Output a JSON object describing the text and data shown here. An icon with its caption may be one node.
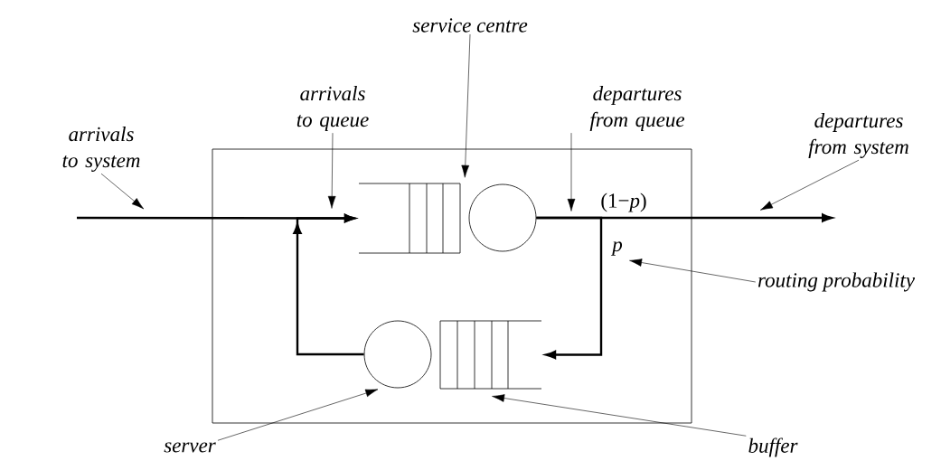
{
  "diagram": {
    "nodes": [
      {
        "text": [],
        "shape": "box"
      },
      {
        "text": [],
        "shape": "box",
        "in": 0
      },
      {
        "text": [],
        "shape": "circle",
        "in": 0
      },
      {
        "text": [],
        "shape": "circle",
        "in": 0
      },
      {
        "text": [],
        "shape": "box",
        "in": 0
      },
      {
        "text": [
          "arrivals to system"
        ]
      },
      {
        "text": [
          "arrivals to queue"
        ]
      },
      {
        "text": [
          "service centre"
        ]
      },
      {
        "text": [
          "departures from queue"
        ]
      },
      {
        "text": [
          "departures from system"
        ]
      },
      {
        "text": [
          "routing probability"
        ]
      },
      {
        "text": [
          "server"
        ]
      },
      {
        "text": [
          "buffer"
        ]
      }
    ],
    "edges": [
      {
        "from": null,
        "to": 1,
        "arrow": "to",
        "style": "thick"
      },
      {
        "from": 2,
        "to": null,
        "arrow": "to",
        "style": "thick",
        "label": "(1−*p*)"
      },
      {
        "from": 2,
        "to": 4,
        "arrow": "to",
        "style": "thick",
        "label": "*p*"
      },
      {
        "from": 3,
        "to": 1,
        "arrow": "to",
        "style": "thick"
      },
      {
        "from": 5,
        "to": null,
        "arrow": "to"
      },
      {
        "from": 6,
        "to": null,
        "arrow": "to"
      },
      {
        "from": 7,
        "to": 1,
        "arrow": "to"
      },
      {
        "from": 8,
        "to": null,
        "arrow": "to"
      },
      {
        "from": 9,
        "to": null,
        "arrow": "to"
      },
      {
        "from": 10,
        "to": null,
        "arrow": "to"
      },
      {
        "from": 11,
        "to": 3,
        "arrow": "to"
      },
      {
        "from": 12,
        "to": 4,
        "arrow": "to"
      }
    ]
  }
}
